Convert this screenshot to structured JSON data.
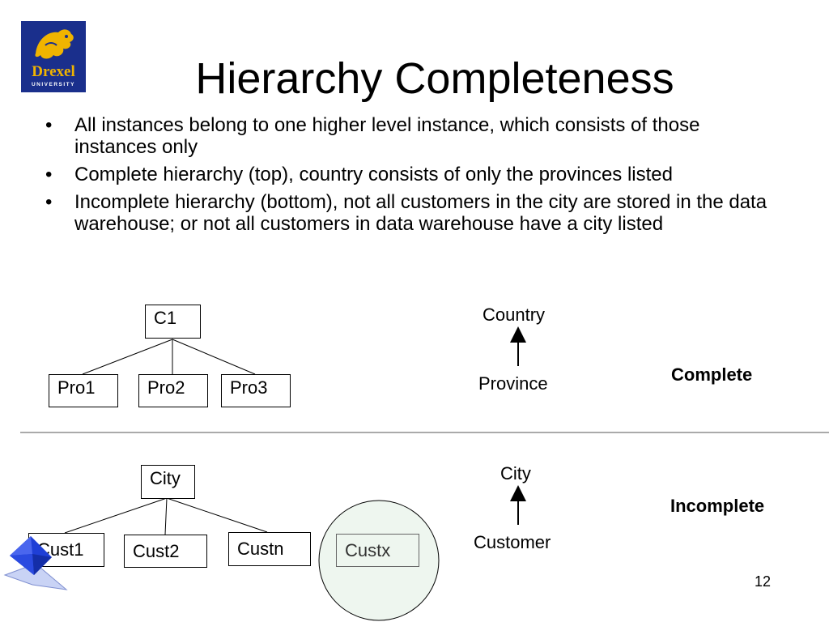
{
  "slide": {
    "title": "Hierarchy Completeness",
    "logo_text": "Drexel",
    "logo_subtext": "UNIVERSITY",
    "bullets": [
      "All instances belong to one higher level instance, which consists of those instances only",
      "Complete hierarchy (top), country consists of only the provinces listed",
      "Incomplete hierarchy (bottom), not all customers in the city are stored in the data warehouse; or not all customers in data warehouse have a city listed"
    ],
    "bullet_symbol": "•",
    "page_number": "12"
  },
  "complete_diagram": {
    "root": "C1",
    "children": [
      "Pro1",
      "Pro2",
      "Pro3"
    ],
    "levels": {
      "upper": "Country",
      "lower": "Province"
    },
    "label": "Complete"
  },
  "incomplete_diagram": {
    "root": "City",
    "children": [
      "Cust1",
      "Cust2",
      "Custn"
    ],
    "orphan": "Custx",
    "levels": {
      "upper": "City",
      "lower": "Customer"
    },
    "label": "Incomplete"
  },
  "colors": {
    "logo_blue": "#1a2f8c",
    "logo_gold": "#f0b400",
    "circle_fill": "#eef6ef",
    "orphan_text": "#333333",
    "gem_blue": "#1f3fd6"
  }
}
